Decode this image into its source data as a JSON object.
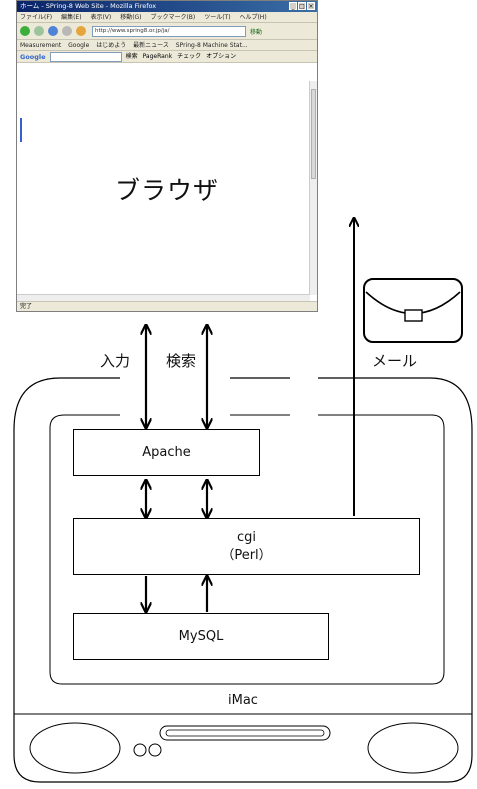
{
  "browser": {
    "title": "ホーム - SPring-8 Web Site - Mozilla Firefox",
    "menu": [
      "ファイル(F)",
      "編集(E)",
      "表示(V)",
      "移動(G)",
      "ブックマーク(B)",
      "ツール(T)",
      "ヘルプ(H)"
    ],
    "url": "http://www.spring8.or.jp/ja/",
    "go_label": "移動",
    "bookmarks": [
      "Measurement",
      "Google",
      "はじめよう",
      "最新ニュース",
      "SPring-8 Machine Stat..."
    ],
    "google_label": "Google",
    "google_items": [
      "検索",
      "PageRank",
      "チェック",
      "オプション"
    ],
    "status": "完了",
    "content_label": "ブラウザ"
  },
  "labels": {
    "input": "入力",
    "search": "検索",
    "mail": "メール",
    "imac": "iMac"
  },
  "boxes": {
    "apache": "Apache",
    "cgi_line1": "cgi",
    "cgi_line2": "（Perl）",
    "mysql": "MySQL"
  },
  "icons": [
    "envelope-icon",
    "back-arrow-icon",
    "forward-arrow-icon",
    "reload-icon",
    "stop-icon",
    "home-icon"
  ]
}
